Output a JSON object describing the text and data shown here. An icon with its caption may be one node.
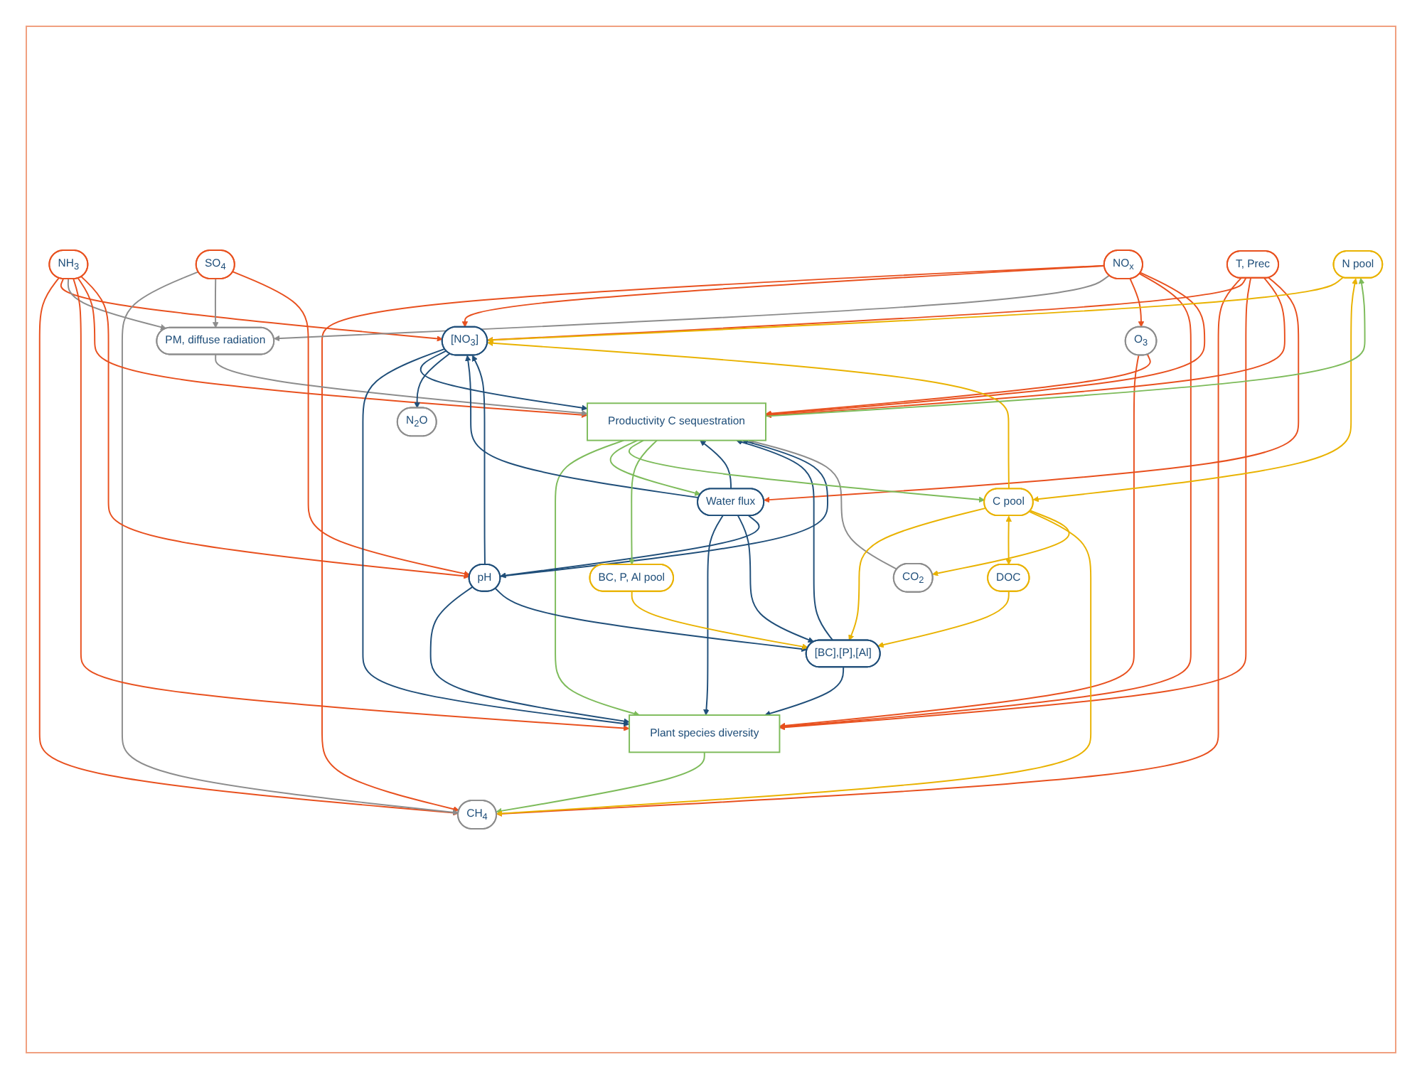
{
  "diagram": {
    "nodes": [
      {
        "text": [
          "CH$_{4}$"
        ]
      },
      {
        "text": [
          "SO$_{4}$"
        ]
      },
      {
        "text": [
          "NH$_{3}$"
        ]
      },
      {
        "text": [
          "NO$_{x}$"
        ]
      },
      {
        "text": [
          "O$_{3}$"
        ]
      },
      {
        "text": [
          "T, Prec"
        ]
      },
      {
        "text": [
          "PM, diffuse radiation"
        ]
      },
      {
        "text": [
          "N$_{2}$O"
        ]
      },
      {
        "text": [
          "Plant species diversity"
        ]
      },
      {
        "text": [
          "Productivity C sequestration"
        ]
      },
      {
        "text": [
          "CO$_{2}$"
        ]
      },
      {
        "text": [
          "[NO$_{3}$]"
        ]
      },
      {
        "text": [
          "pH"
        ]
      },
      {
        "text": [
          "[BC],[P],[Al]"
        ]
      },
      {
        "text": [
          "Water flux"
        ]
      },
      {
        "text": [
          "N pool"
        ]
      },
      {
        "text": [
          "C pool"
        ]
      },
      {
        "text": [
          "DOC"
        ]
      },
      {
        "text": [
          "BC, P, Al pool"
        ]
      }
    ],
    "edges": [
      {
        "from": 2,
        "to": 0,
        "arrow": "to"
      },
      {
        "from": 3,
        "to": 0,
        "arrow": "to"
      },
      {
        "from": 5,
        "to": 0,
        "arrow": "to"
      },
      {
        "from": 2,
        "to": 11,
        "arrow": "to"
      },
      {
        "from": 3,
        "to": 11,
        "arrow": "to"
      },
      {
        "from": 5,
        "to": 11,
        "arrow": "to"
      },
      {
        "from": 1,
        "to": 0,
        "arrow": "to",
        "color": "#8c8c8c"
      },
      {
        "from": 1,
        "to": 6,
        "arrow": "to",
        "color": "#8c8c8c"
      },
      {
        "from": 2,
        "to": 6,
        "arrow": "to",
        "color": "#8c8c8c"
      },
      {
        "from": 3,
        "to": 6,
        "arrow": "to",
        "color": "#8c8c8c"
      },
      {
        "from": 3,
        "to": 4,
        "arrow": "to"
      },
      {
        "from": 2,
        "to": 8,
        "arrow": "to"
      },
      {
        "from": 3,
        "to": 8,
        "arrow": "to"
      },
      {
        "from": 4,
        "to": 8,
        "arrow": "to"
      },
      {
        "from": 5,
        "to": 8,
        "arrow": "to"
      },
      {
        "from": 2,
        "to": 9,
        "arrow": "to"
      },
      {
        "from": 3,
        "to": 9,
        "arrow": "to"
      },
      {
        "from": 4,
        "to": 9,
        "arrow": "to"
      },
      {
        "from": 5,
        "to": 9,
        "arrow": "to"
      },
      {
        "from": 6,
        "to": 9,
        "arrow": "to",
        "color": "#8c8c8c"
      },
      {
        "from": 10,
        "to": 9,
        "arrow": "to",
        "color": "#8c8c8c"
      },
      {
        "from": 9,
        "to": 8,
        "arrow": "to",
        "color": "#7dbb5a"
      },
      {
        "from": 8,
        "to": 0,
        "arrow": "to",
        "color": "#7dbb5a"
      },
      {
        "from": 1,
        "to": 12,
        "arrow": "to"
      },
      {
        "from": 2,
        "to": 12,
        "arrow": "to"
      },
      {
        "from": 5,
        "to": 14,
        "arrow": "to"
      },
      {
        "from": 9,
        "to": 14,
        "arrow": "to",
        "color": "#7dbb5a"
      },
      {
        "from": 11,
        "to": 8,
        "arrow": "to",
        "color": "#1f4e79"
      },
      {
        "from": 12,
        "to": 8,
        "arrow": "to",
        "color": "#1f4e79"
      },
      {
        "from": 13,
        "to": 8,
        "arrow": "to",
        "color": "#1f4e79"
      },
      {
        "from": 14,
        "to": 8,
        "arrow": "to",
        "color": "#1f4e79"
      },
      {
        "from": 11,
        "to": 9,
        "arrow": "to",
        "color": "#1f4e79"
      },
      {
        "from": 12,
        "to": 9,
        "arrow": "to",
        "color": "#1f4e79"
      },
      {
        "from": 13,
        "to": 9,
        "arrow": "to",
        "color": "#1f4e79"
      },
      {
        "from": 14,
        "to": 9,
        "arrow": "to",
        "color": "#1f4e79"
      },
      {
        "from": 11,
        "to": 7,
        "arrow": "to",
        "color": "#1f4e79"
      },
      {
        "from": 12,
        "to": 11,
        "arrow": "to",
        "color": "#1f4e79"
      },
      {
        "from": 12,
        "to": 13,
        "arrow": "to",
        "color": "#1f4e79"
      },
      {
        "from": 14,
        "to": 13,
        "arrow": "to",
        "color": "#1f4e79"
      },
      {
        "from": 14,
        "to": 11,
        "arrow": "to",
        "color": "#1f4e79"
      },
      {
        "from": 14,
        "to": 12,
        "arrow": "to",
        "color": "#1f4e79"
      },
      {
        "from": 15,
        "to": 11,
        "arrow": "to",
        "color": "#e9b200"
      },
      {
        "from": 16,
        "to": 11,
        "arrow": "to",
        "color": "#e9b200"
      },
      {
        "from": 16,
        "to": 13,
        "arrow": "to",
        "color": "#e9b200"
      },
      {
        "from": 17,
        "to": 13,
        "arrow": "to",
        "color": "#e9b200"
      },
      {
        "from": 18,
        "to": 13,
        "arrow": "to",
        "color": "#e9b200"
      },
      {
        "from": 15,
        "to": 16,
        "arrow": "both",
        "color": "#e9b200"
      },
      {
        "from": 16,
        "to": 17,
        "arrow": "both",
        "color": "#e9b200"
      },
      {
        "from": 16,
        "to": 0,
        "arrow": "to",
        "color": "#e9b200"
      },
      {
        "from": 16,
        "to": 10,
        "arrow": "to",
        "color": "#e9b200"
      },
      {
        "from": 9,
        "to": 15,
        "arrow": "to",
        "color": "#7dbb5a"
      },
      {
        "from": 9,
        "to": 16,
        "arrow": "to",
        "color": "#7dbb5a"
      },
      {
        "from": 9,
        "to": 18,
        "arrow": "to",
        "color": "#7dbb5a"
      }
    ]
  }
}
